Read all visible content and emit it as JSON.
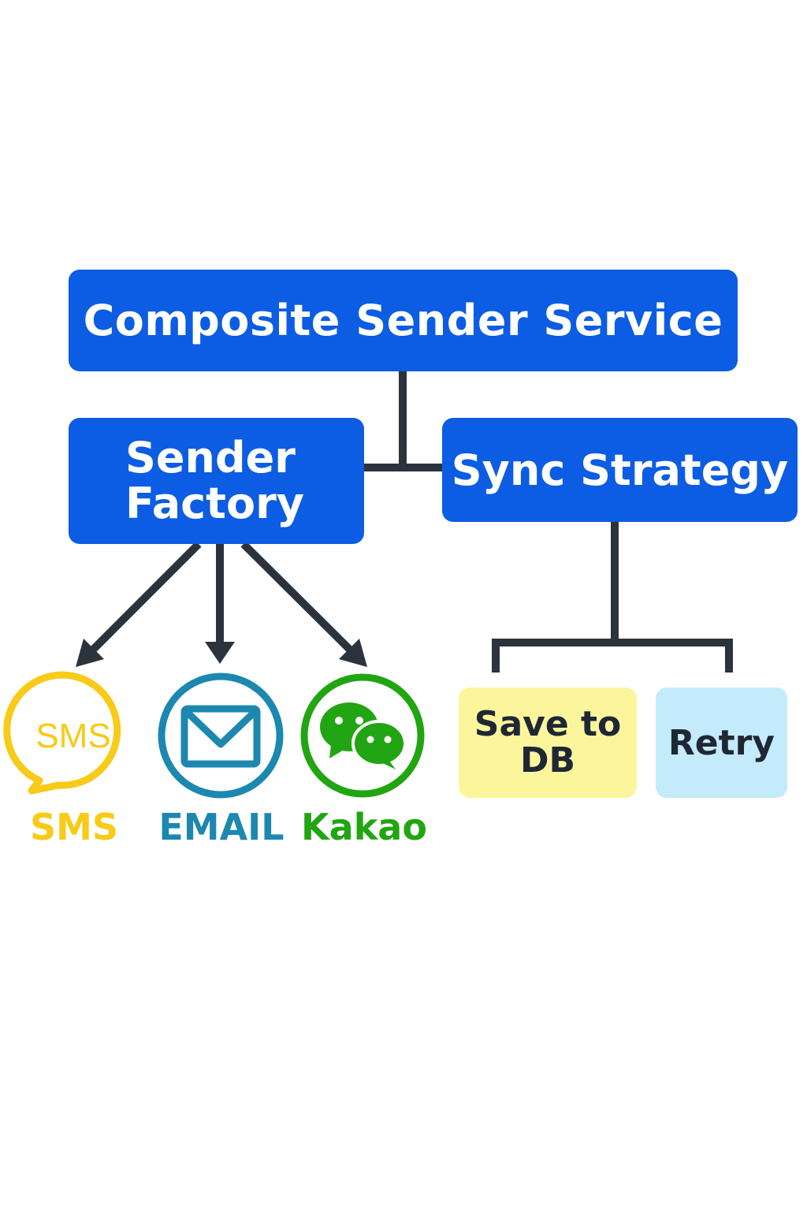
{
  "diagram": {
    "root": "Composite Sender Service",
    "sender_factory": {
      "line1": "Sender",
      "line2": "Factory"
    },
    "sync_strategy": "Sync Strategy",
    "channels": [
      {
        "label": "SMS",
        "icon_text": "SMS",
        "icon": "sms-bubble-icon",
        "color": "#f7cb17"
      },
      {
        "label": "EMAIL",
        "icon": "envelope-icon",
        "color": "#1c88b0"
      },
      {
        "label": "Kakao",
        "icon": "chat-bubbles-icon",
        "color": "#21a512"
      }
    ],
    "strategies": [
      {
        "line1": "Save to",
        "line2": "DB",
        "color": "#fbf69c"
      },
      {
        "label": "Retry",
        "color": "#c4ebfc"
      }
    ]
  },
  "colors": {
    "box_blue": "#0c5de3",
    "connector": "#2b333c"
  }
}
